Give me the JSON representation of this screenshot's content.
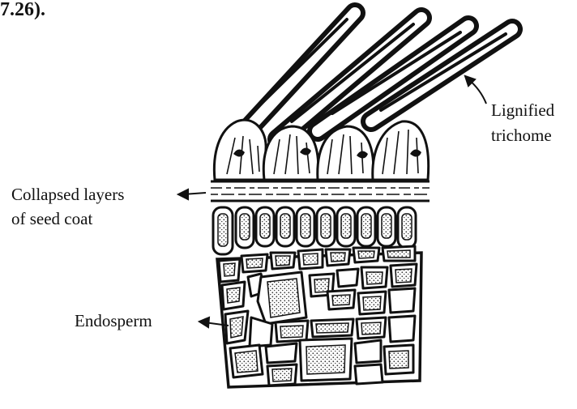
{
  "fragment_text": "7.26).",
  "labels": {
    "lignified_line1": "Lignified",
    "lignified_line2": "trichome",
    "collapsed_line1": "Collapsed  layers",
    "collapsed_line2": "of seed coat",
    "endosperm": "Endosperm"
  },
  "colors": {
    "ink": "#111111",
    "paper": "#ffffff",
    "stipple": "#3a3a3a"
  }
}
